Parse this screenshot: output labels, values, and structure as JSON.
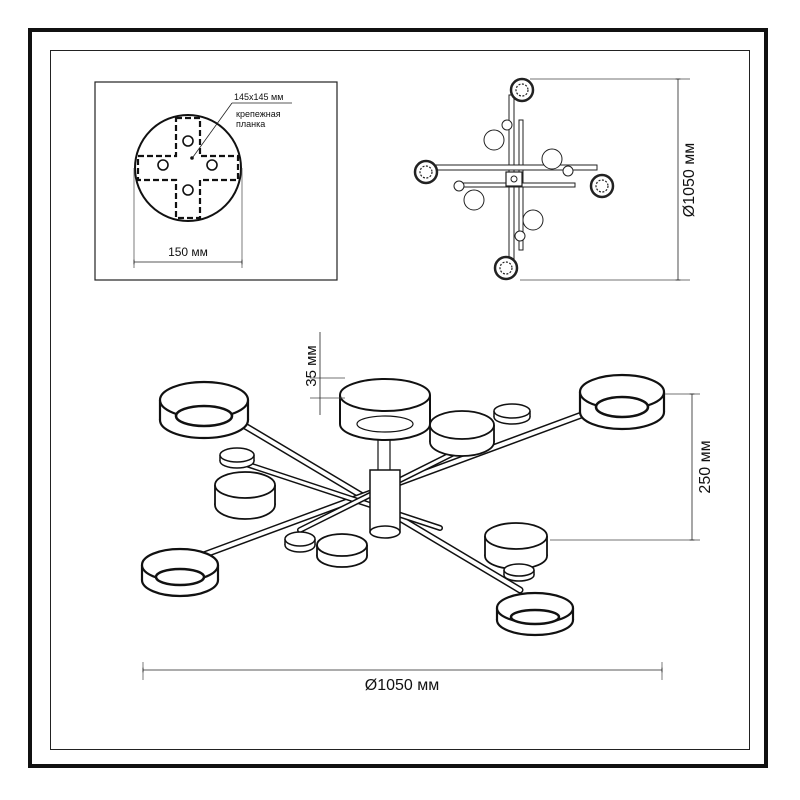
{
  "mount_detail": {
    "plate_size_label": "145x145 мм",
    "plate_name_line1": "крепежная",
    "plate_name_line2": "планка",
    "width_label": "150 мм"
  },
  "top_view": {
    "diameter_label": "Ø1050 мм"
  },
  "side_view": {
    "shade_height_label": "35 мм",
    "total_height_label": "250 мм",
    "diameter_label": "Ø1050 мм"
  }
}
